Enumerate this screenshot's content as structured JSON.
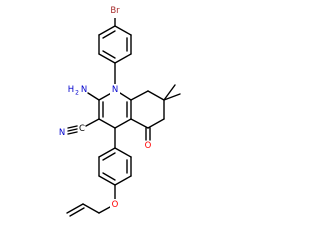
{
  "labels": {
    "br": "Br",
    "n1": "N",
    "nh2_h": "H",
    "nh2_sub": "2",
    "nh2_n": "N",
    "cn_n": "N",
    "cn_c": "C",
    "o_keto": "O",
    "o_ether": "O"
  },
  "colors": {
    "bond": "#000000",
    "bromine": "#a52a2a",
    "nitrogen": "#0000cd",
    "oxygen": "#ff0000"
  }
}
